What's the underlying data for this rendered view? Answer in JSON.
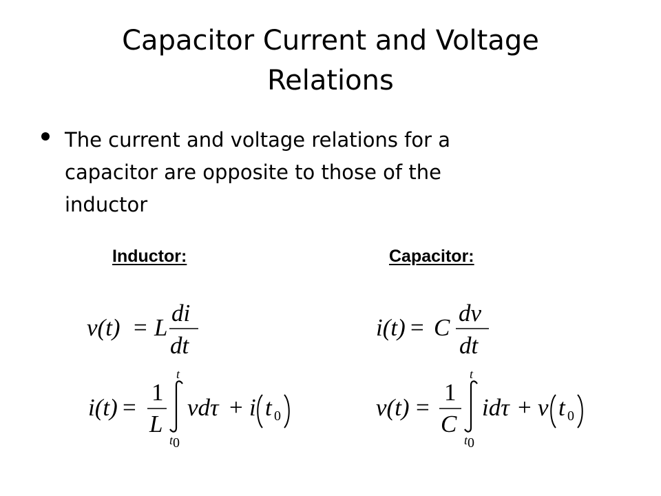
{
  "slide": {
    "title_line1": "Capacitor Current and Voltage",
    "title_line2": "Relations",
    "bullet": {
      "line1": "The current and voltage relations for a",
      "line2": "capacitor are opposite to those of the",
      "line3": "inductor"
    },
    "inductor_heading": "Inductor:",
    "capacitor_heading": "Capacitor:"
  },
  "equations": {
    "inductor_derivative": {
      "lhs": "v(t)",
      "eq": "=",
      "coef": "L",
      "num": "di",
      "den": "dt"
    },
    "inductor_integral": {
      "lhs": "i(t)",
      "eq": "=",
      "num": "1",
      "den": "L",
      "upper": "t",
      "lower_var": "t",
      "lower_sub": "0",
      "integrand": "vdτ",
      "plus": "+",
      "init_fn": "i",
      "init_var": "t",
      "init_sub": "0"
    },
    "capacitor_derivative": {
      "lhs": "i(t)",
      "eq": "=",
      "coef": "C",
      "num": "dv",
      "den": "dt"
    },
    "capacitor_integral": {
      "lhs": "v(t)",
      "eq": "=",
      "num": "1",
      "den": "C",
      "upper": "t",
      "lower_var": "t",
      "lower_sub": "0",
      "integrand": "idτ",
      "plus": "+",
      "init_fn": "v",
      "init_var": "t",
      "init_sub": "0"
    }
  }
}
